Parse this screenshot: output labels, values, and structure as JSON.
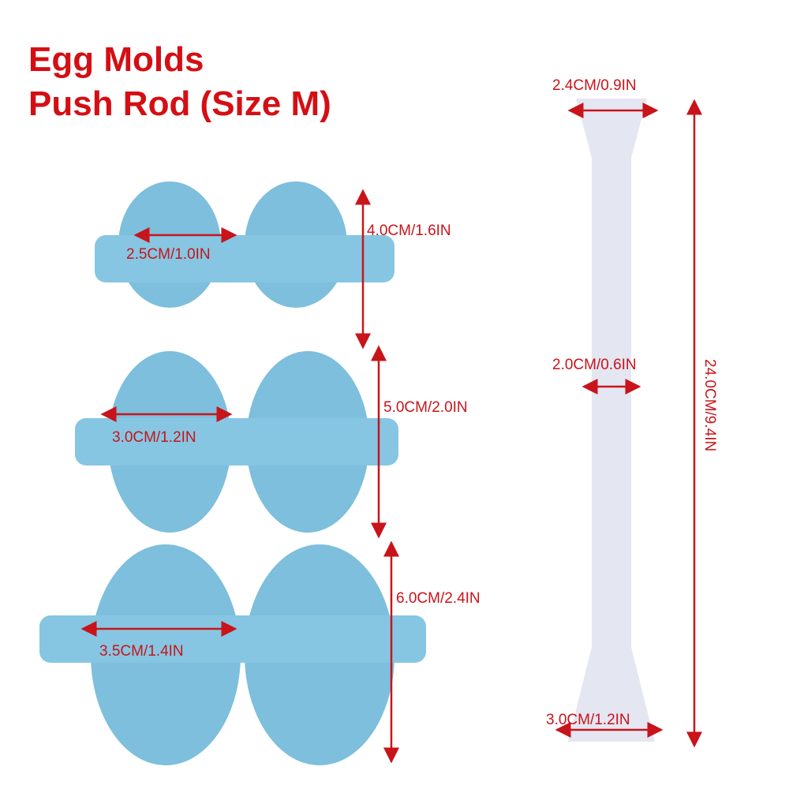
{
  "title": {
    "line1": "Egg Molds",
    "line2": "Push Rod (Size M)"
  },
  "molds": [
    {
      "width": "2.5CM/1.0IN",
      "height": "4.0CM/1.6IN"
    },
    {
      "width": "3.0CM/1.2IN",
      "height": "5.0CM/2.0IN"
    },
    {
      "width": "3.5CM/1.4IN",
      "height": "6.0CM/2.4IN"
    }
  ],
  "rod": {
    "top": "2.4CM/0.9IN",
    "middle": "2.0CM/0.6IN",
    "bottom": "3.0CM/1.2IN",
    "length": "24.0CM/9.4IN"
  },
  "colors": {
    "label": "#c8141a",
    "mold": "#7dbfdc",
    "rod": "#e4e6f2"
  }
}
